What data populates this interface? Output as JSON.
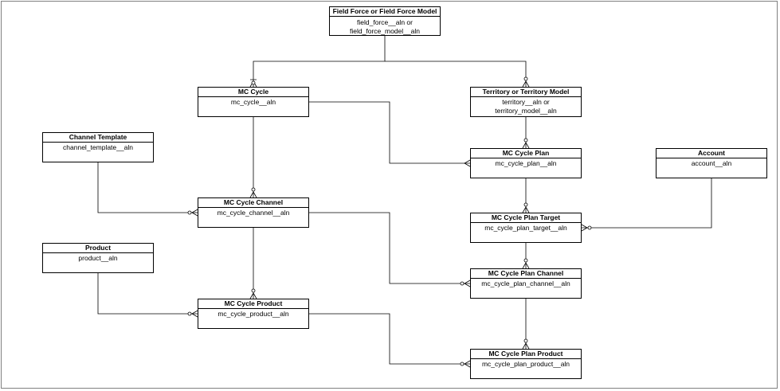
{
  "entities": {
    "field_force": {
      "name": "Field Force or Field Force Model",
      "attr1": "field_force__aln or",
      "attr2": "field_force_model__aln"
    },
    "mc_cycle": {
      "name": "MC Cycle",
      "attr1": "mc_cycle__aln"
    },
    "territory": {
      "name": "Territory or Territory Model",
      "attr1": "territory__aln or",
      "attr2": "territory_model__aln"
    },
    "channel_template": {
      "name": "Channel Template",
      "attr1": "channel_template__aln"
    },
    "mc_cycle_plan": {
      "name": "MC Cycle Plan",
      "attr1": "mc_cycle_plan__aln"
    },
    "account": {
      "name": "Account",
      "attr1": "account__aln"
    },
    "mc_cycle_channel": {
      "name": "MC Cycle Channel",
      "attr1": "mc_cycle_channel__aln"
    },
    "mc_cycle_plan_target": {
      "name": "MC Cycle Plan Target",
      "attr1": "mc_cycle_plan_target__aln"
    },
    "product": {
      "name": "Product",
      "attr1": "product__aln"
    },
    "mc_cycle_plan_channel": {
      "name": "MC Cycle Plan Channel",
      "attr1": "mc_cycle_plan_channel__aln"
    },
    "mc_cycle_product": {
      "name": "MC Cycle Product",
      "attr1": "mc_cycle_product__aln"
    },
    "mc_cycle_plan_product": {
      "name": "MC Cycle Plan Product",
      "attr1": "mc_cycle_plan_product__aln"
    }
  }
}
